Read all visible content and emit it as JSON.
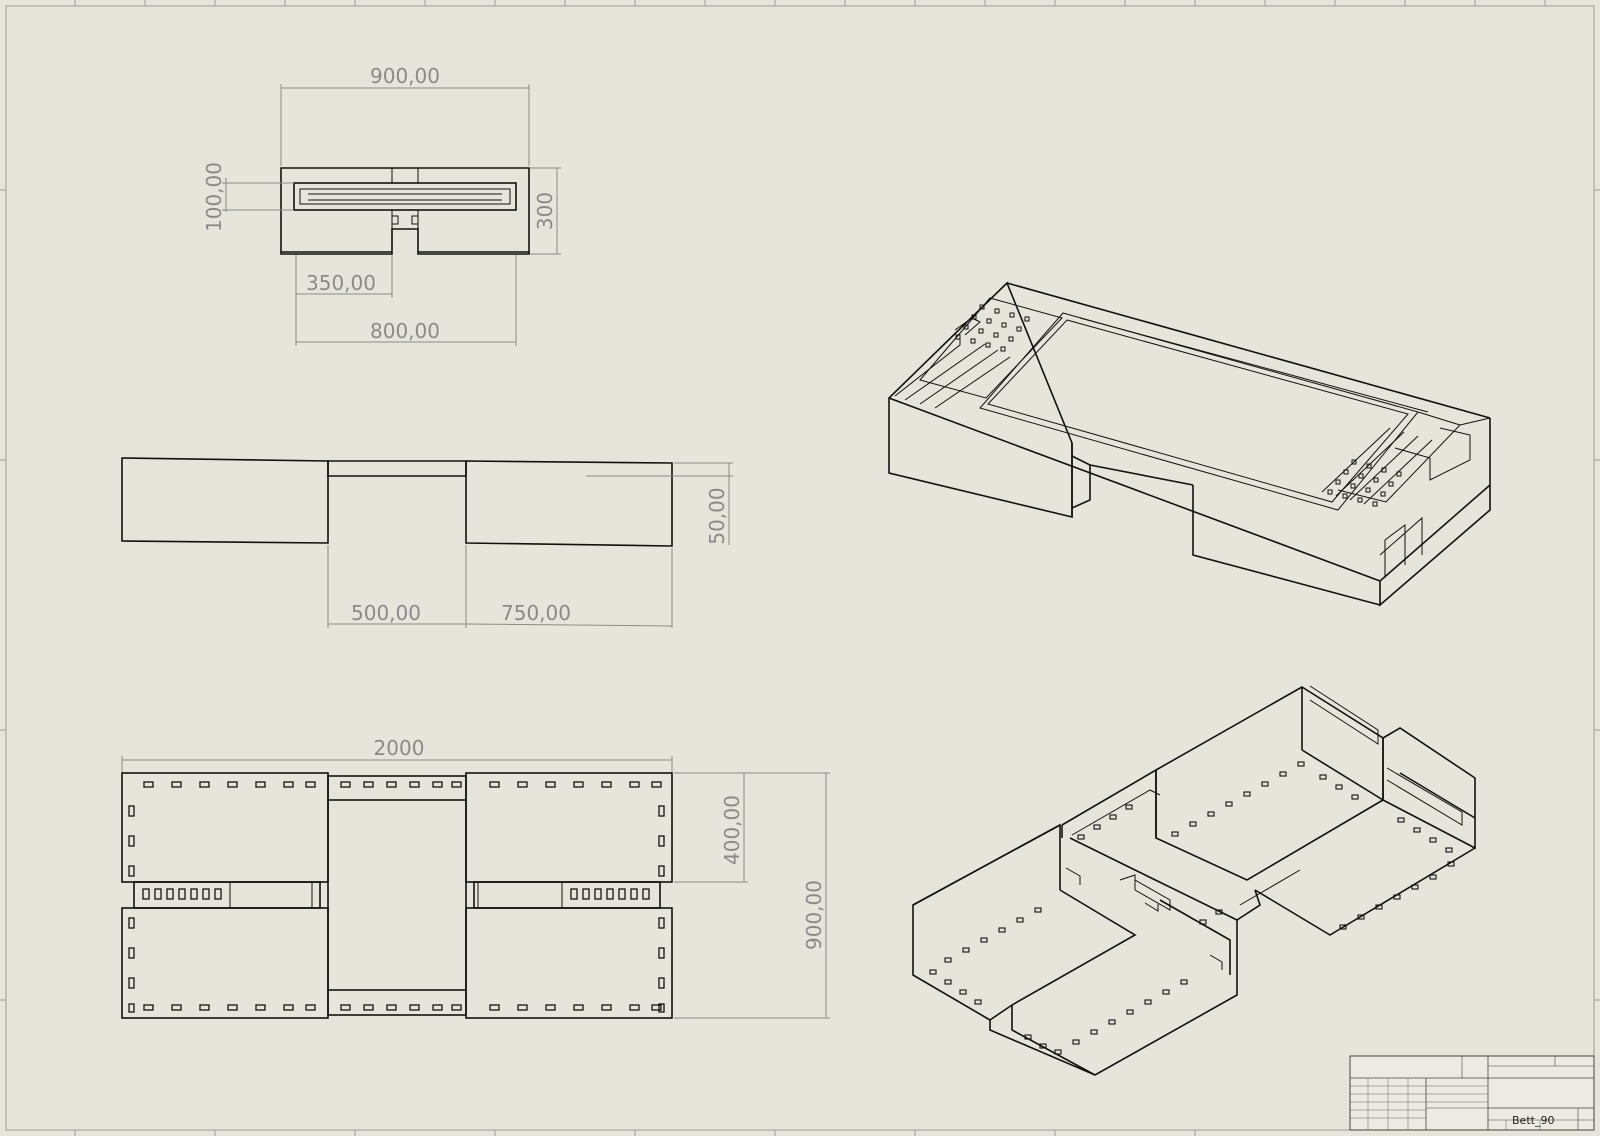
{
  "drawing": {
    "name": "Bett_90"
  },
  "views": {
    "top": {
      "dim_width": "900,00",
      "dim_left_height": "100,00",
      "dim_right_height": "300",
      "dim_inner_left": "350,00",
      "dim_inner_width": "800,00"
    },
    "front": {
      "dim_height": "50,00",
      "dim_gap": "500,00",
      "dim_right": "750,00"
    },
    "bottom": {
      "dim_length": "2000",
      "dim_half_width": "400,00",
      "dim_total_width": "900,00"
    }
  },
  "title_block": {
    "drawing_name": "Bett_90"
  }
}
